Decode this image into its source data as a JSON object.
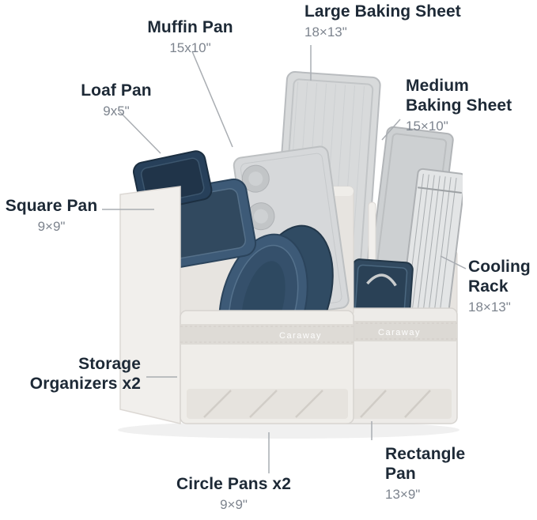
{
  "colors": {
    "title": "#1d2936",
    "dimension": "#7d848e",
    "callout_line": "#a9adb2",
    "pan_blue": "#3d5a77",
    "pan_navy": "#27405a",
    "sheet_gray": "#d8dadb",
    "bin_fabric": "#efede9"
  },
  "labels": {
    "large_baking_sheet": {
      "lines": [
        "Large Baking Sheet"
      ],
      "dim": "18×13\""
    },
    "muffin_pan": {
      "lines": [
        "Muffin Pan"
      ],
      "dim": "15x10\""
    },
    "loaf_pan": {
      "lines": [
        "Loaf Pan"
      ],
      "dim": "9x5\""
    },
    "medium_baking_sheet": {
      "lines": [
        "Medium",
        "Baking Sheet"
      ],
      "dim": "15×10\""
    },
    "square_pan": {
      "lines": [
        "Square Pan"
      ],
      "dim": "9×9\""
    },
    "cooling_rack": {
      "lines": [
        "Cooling",
        "Rack"
      ],
      "dim": "18×13\""
    },
    "storage_organizers": {
      "lines": [
        "Storage",
        "Organizers x2"
      ]
    },
    "rectangle_pan": {
      "lines": [
        "Rectangle",
        "Pan"
      ],
      "dim": "13×9\""
    },
    "circle_pans": {
      "lines": [
        "Circle Pans x2"
      ],
      "dim": "9×9\""
    }
  },
  "product": {
    "brand": "Caraway"
  }
}
